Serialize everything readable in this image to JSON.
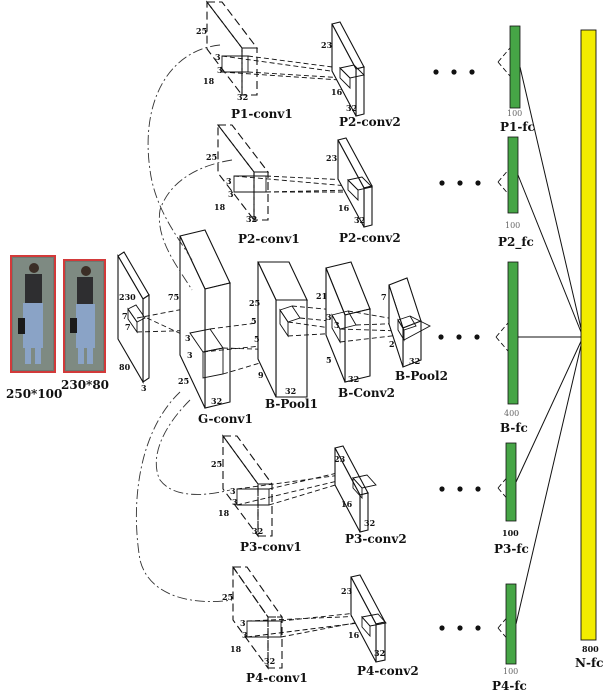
{
  "colors": {
    "fc_green": "#46a546",
    "nfc_yellow": "#f2ec00",
    "img_border": "#d23a3a"
  },
  "inputs": {
    "large_label": "250*100",
    "small_label": "230*80"
  },
  "input_block": {
    "h": "230",
    "w": "80",
    "c": "3",
    "k1": "7",
    "k2": "7"
  },
  "g_conv1": {
    "label": "G-conv1",
    "h": "75",
    "k1": "3",
    "k2": "3",
    "w": "25",
    "c": "32"
  },
  "b_pool1": {
    "label": "B-Pool1",
    "h": "25",
    "k1": "5",
    "k2": "5",
    "w": "9",
    "c": "32"
  },
  "b_conv2": {
    "label": "B-Conv2",
    "h": "21",
    "k1": "3",
    "k2": "3",
    "w": "5",
    "c": "32"
  },
  "b_pool2": {
    "label": "B-Pool2",
    "h": "7",
    "w": "2",
    "c": "32"
  },
  "branches": [
    {
      "conv1": "P1-conv1",
      "conv2": "P2-conv2",
      "fc": "P1-fc",
      "fc_size": "100",
      "h1": "25",
      "k1": "3",
      "k2": "3",
      "w1": "18",
      "c1": "32",
      "h2": "23",
      "w2": "16",
      "c2": "32"
    },
    {
      "conv1": "P2-conv1",
      "conv2": "P2-conv2",
      "fc": "P2_fc",
      "fc_size": "100",
      "h1": "25",
      "k1": "3",
      "k2": "3",
      "w1": "18",
      "c1": "32",
      "h2": "23",
      "w2": "16",
      "c2": "32"
    },
    {
      "conv1": "P3-conv1",
      "conv2": "P3-conv2",
      "fc": "P3-fc",
      "fc_size": "100",
      "h1": "25",
      "k1": "3",
      "k2": "3",
      "w1": "18",
      "c1": "32",
      "h2": "23",
      "w2": "16",
      "c2": "32"
    },
    {
      "conv1": "P4-conv1",
      "conv2": "P4-conv2",
      "fc": "P4-fc",
      "fc_size": "100",
      "h1": "25",
      "k1": "3",
      "k2": "3",
      "w1": "18",
      "c1": "32",
      "h2": "23",
      "w2": "16",
      "c2": "32"
    }
  ],
  "b_fc": {
    "label": "B-fc",
    "size": "400"
  },
  "n_fc": {
    "label": "N-fc",
    "size": "800"
  }
}
